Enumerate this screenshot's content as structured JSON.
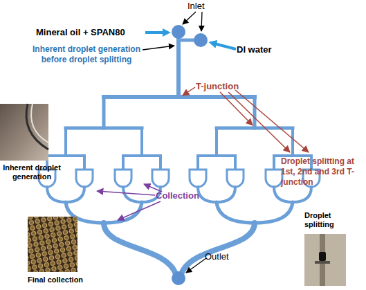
{
  "diagram": {
    "nodes": [
      {
        "text": [
          "Inherent droplet generation"
        ]
      },
      {
        "text": [
          "Droplet splitting"
        ]
      },
      {
        "text": [
          "Final collection"
        ]
      }
    ],
    "labels": [
      "Inlet",
      "Mineral oil + SPAN80",
      "DI water",
      "Inherent droplet generation before droplet splitting",
      "T-junction",
      "Droplet splitting at 1st, 2nd and 3rd T-junction",
      "Collection",
      "Outlet"
    ]
  }
}
